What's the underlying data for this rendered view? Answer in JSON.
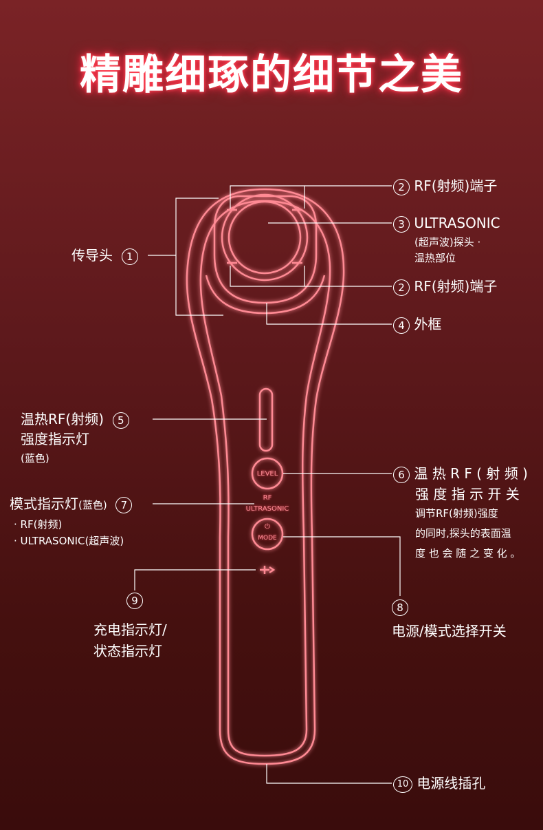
{
  "title": "精雕细琢的细节之美",
  "labels": {
    "c1": {
      "num": "1",
      "text": "传导头"
    },
    "c2a": {
      "num": "2",
      "text": "RF(射频)端子"
    },
    "c3": {
      "num": "3",
      "text": "ULTRASONIC",
      "sub1": "(超声波)探头 ·",
      "sub2": "温热部位"
    },
    "c2b": {
      "num": "2",
      "text": "RF(射频)端子"
    },
    "c4": {
      "num": "4",
      "text": "外框"
    },
    "c5": {
      "num": "5",
      "line1": "温热RF(射频)",
      "line2": "强度指示灯",
      "sub": "(蓝色)"
    },
    "c6": {
      "num": "6",
      "line1": "温 热 R F ( 射 频 )",
      "line2": "强 度 指 示 开 关",
      "sub1": "调节RF(射频)强度",
      "sub2": "的同时,探头的表面温",
      "sub3": "度 也 会 随 之 变 化 。"
    },
    "c7": {
      "num": "7",
      "text": "模式指示灯",
      "suffix": "(蓝色)",
      "bullet1": "·  RF(射频)",
      "bullet2": "·  ULTRASONIC(超声波)"
    },
    "c8": {
      "num": "8",
      "text": "电源/模式选择开关"
    },
    "c9": {
      "num": "9",
      "line1": "充电指示灯/",
      "line2": "状态指示灯"
    },
    "c10": {
      "num": "10",
      "text": "电源线插孔"
    }
  },
  "device": {
    "level_button": "LEVEL",
    "mode_rf": "RF",
    "mode_ultrasonic": "ULTRASONIC",
    "mode_button": "MODE"
  },
  "colors": {
    "glow": "#ff5c6c",
    "line": "#ffffff"
  }
}
